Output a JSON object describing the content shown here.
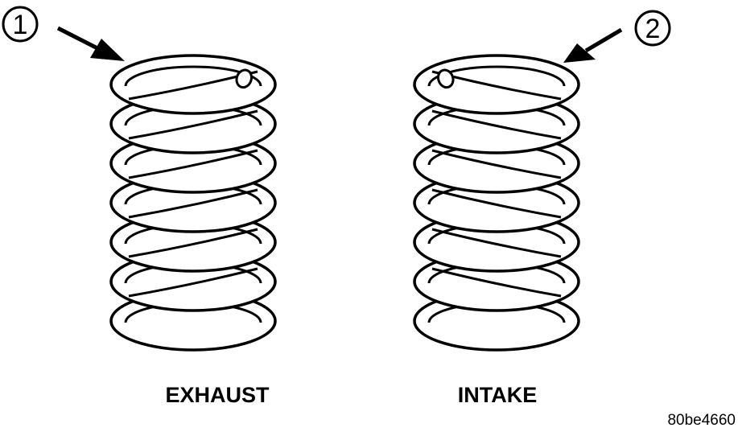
{
  "callouts": [
    {
      "number": "1"
    },
    {
      "number": "2"
    }
  ],
  "labels": {
    "exhaust": "EXHAUST",
    "intake": "INTAKE"
  },
  "reference_code": "80be4660",
  "colors": {
    "ink": "#000000",
    "paper": "#ffffff"
  }
}
